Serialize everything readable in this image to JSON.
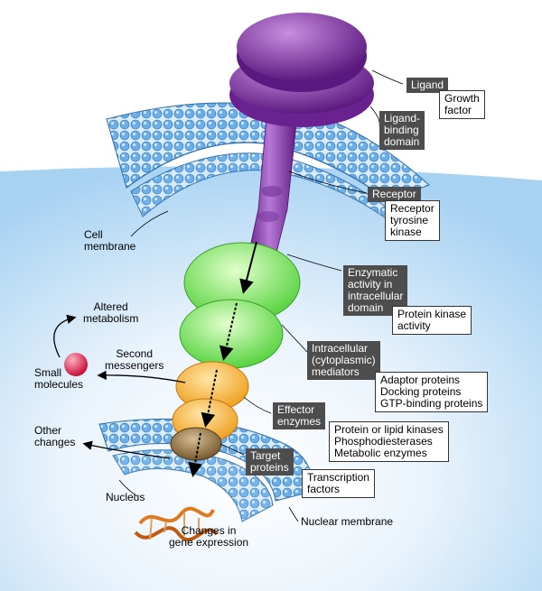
{
  "labels": {
    "ligand": "Ligand",
    "growth_factor": "Growth\nfactor",
    "ligand_binding_domain": "Ligand-\nbinding\ndomain",
    "receptor": "Receptor",
    "receptor_tyrosine_kinase": "Receptor\ntyrosine\nkinase",
    "cell_membrane": "Cell\nmembrane",
    "enzymatic_activity": "Enzymatic\nactivity in\nintracellular\ndomain",
    "protein_kinase_activity": "Protein kinase\nactivity",
    "altered_metabolism": "Altered\nmetabolism",
    "second_messengers": "Second\nmessengers",
    "small_molecules": "Small\nmolecules",
    "intracellular_mediators": "Intracellular\n(cytoplasmic)\nmediators",
    "adaptor_proteins": "Adaptor proteins\nDocking proteins\nGTP-binding proteins",
    "other_changes": "Other\nchanges",
    "effector_enzymes": "Effector\nenzymes",
    "enzymes_list": "Protein or lipid kinases\nPhosphodiesterases\nMetabolic enzymes",
    "target_proteins": "Target\nproteins",
    "transcription_factors": "Transcription\nfactors",
    "nucleus": "Nucleus",
    "nuclear_membrane": "Nuclear membrane",
    "changes_gene_expression": "Changes in\ngene expression"
  },
  "colors": {
    "receptor_purple": "#8a2fa8",
    "mediator_green": "#5fe04a",
    "effector_orange": "#f4a020",
    "target_brown": "#8a6a3c",
    "membrane_blue": "#7ab8ee",
    "small_molecule_red": "#d8204a",
    "dna_orange": "#e07a20"
  }
}
